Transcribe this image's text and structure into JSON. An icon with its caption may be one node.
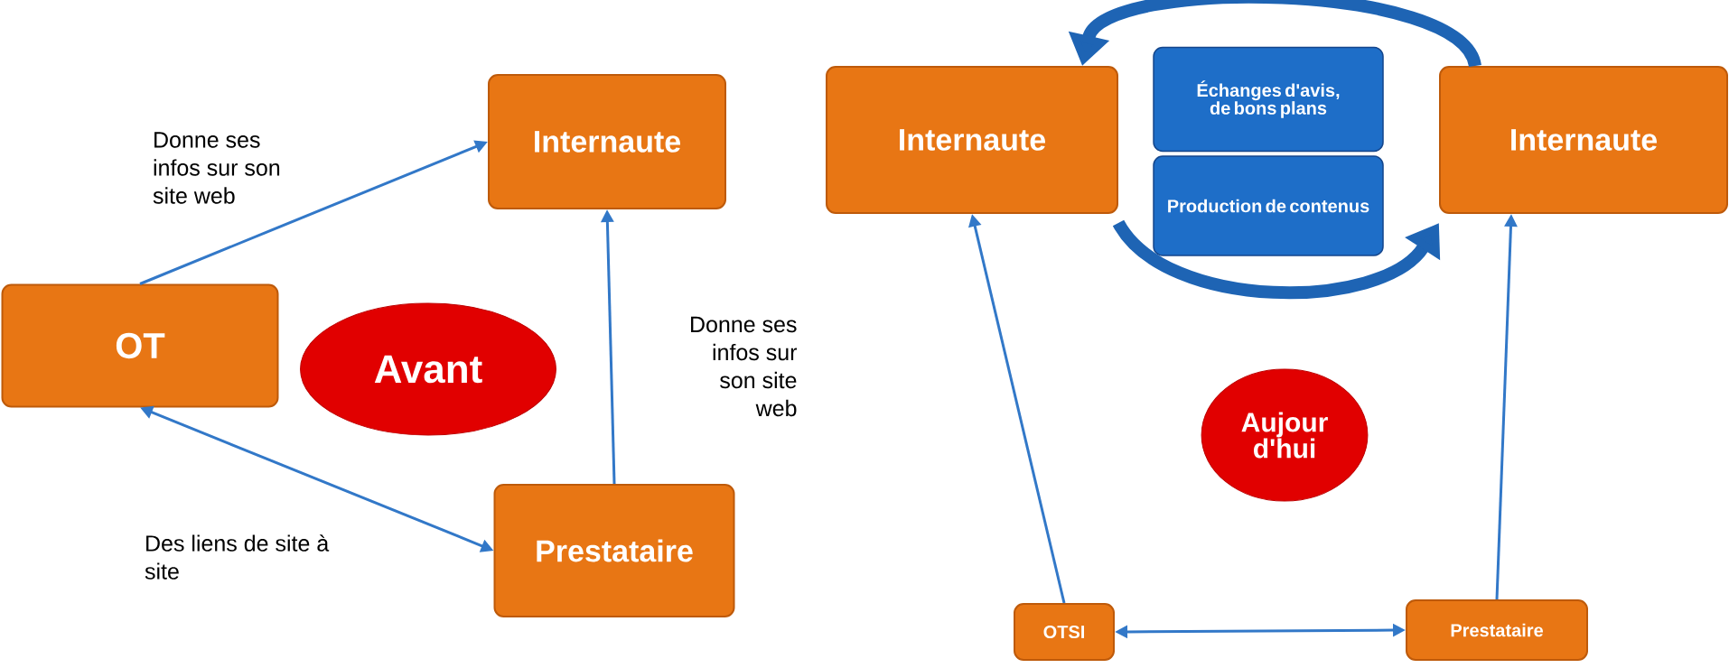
{
  "diagram": {
    "nodes": [
      {
        "text": [
          "OT"
        ]
      },
      {
        "text": [
          "Internaute"
        ]
      },
      {
        "text": [
          "Avant"
        ]
      },
      {
        "text": [
          "Prestataire"
        ]
      },
      {
        "text": [
          "Internaute"
        ]
      },
      {
        "text": [
          "Échanges d'avis, de bons plans"
        ]
      },
      {
        "text": [
          "Production de contenus"
        ]
      },
      {
        "text": [
          "Internaute"
        ]
      },
      {
        "text": [
          "Aujour d'hui"
        ]
      },
      {
        "text": [
          "OTSI"
        ]
      },
      {
        "text": [
          "Prestataire"
        ]
      }
    ],
    "edges": [
      {
        "from": 0,
        "to": 1,
        "arrow": "to",
        "label": "Donne ses infos sur son site web"
      },
      {
        "from": 3,
        "to": 1,
        "arrow": "to",
        "label": "Donne ses infos sur son site web"
      },
      {
        "from": 0,
        "to": 3,
        "arrow": "both",
        "label": "Des liens de site à site"
      },
      {
        "from": 9,
        "to": 4,
        "arrow": "to"
      },
      {
        "from": 10,
        "to": 7,
        "arrow": "to"
      },
      {
        "from": 9,
        "to": 10,
        "arrow": "both"
      },
      {
        "from": 7,
        "to": 4,
        "arrow": "to",
        "style": "thick"
      },
      {
        "from": 4,
        "to": 7,
        "arrow": "to",
        "style": "thick"
      }
    ]
  }
}
